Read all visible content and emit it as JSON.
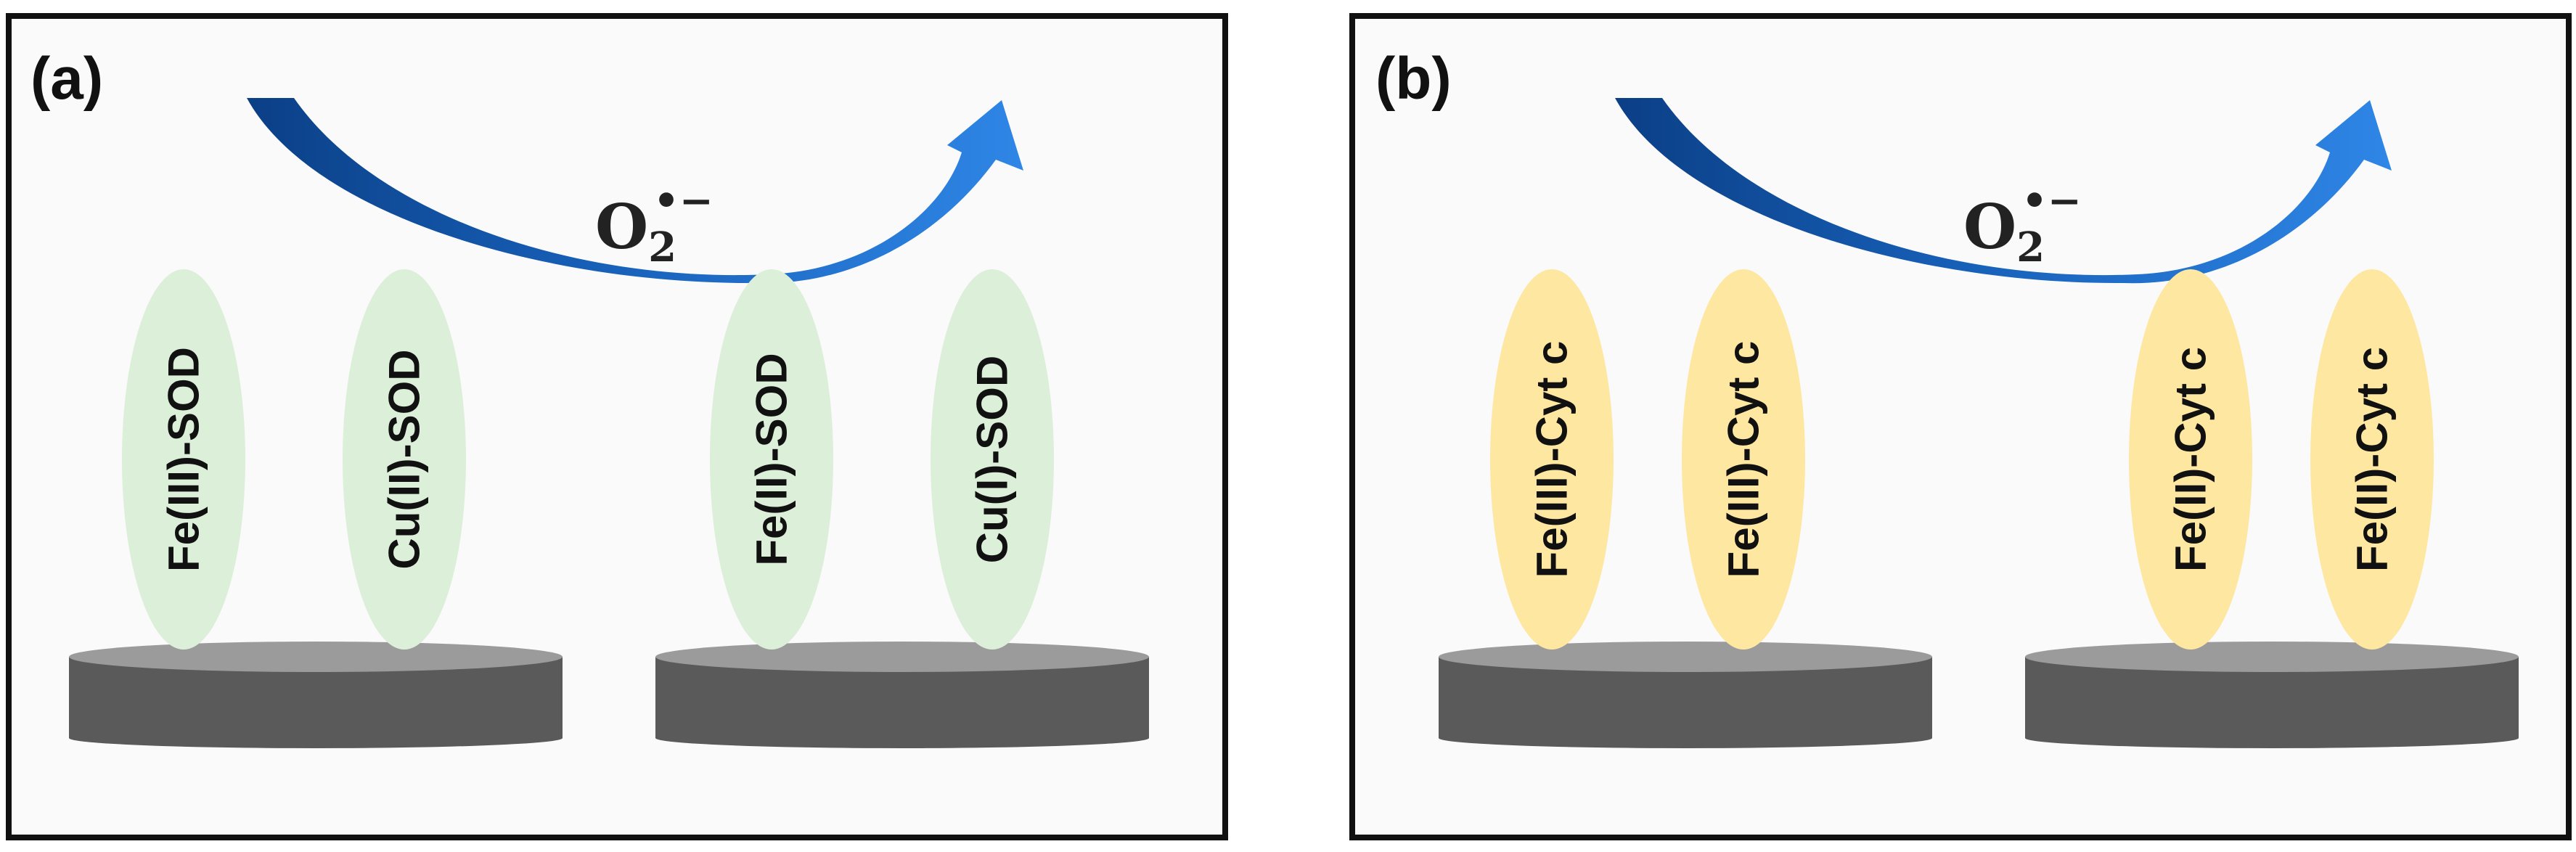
{
  "colors": {
    "frame": "#111111",
    "frame_fill": "#fafafa",
    "arrow_light": "#2f86e6",
    "arrow_dark": "#0b3f86",
    "sod_fill": "#dcefd9",
    "cyt_fill": "#fee7a0",
    "electrode_top": "#9b9b9b",
    "electrode_body": "#5a5a5a"
  },
  "species": {
    "main": "O",
    "sub": "2",
    "sup": "•−"
  },
  "panels": [
    {
      "label": "(a)",
      "proteins": [
        {
          "text": "Fe(III)-SOD",
          "type": "sod"
        },
        {
          "text": "Cu(II)-SOD",
          "type": "sod"
        },
        {
          "text": "Fe(II)-SOD",
          "type": "sod"
        },
        {
          "text": "Cu(I)-SOD",
          "type": "sod"
        }
      ]
    },
    {
      "label": "(b)",
      "proteins": [
        {
          "text": "Fe(III)-Cyt c",
          "type": "cyt"
        },
        {
          "text": "Fe(III)-Cyt c",
          "type": "cyt"
        },
        {
          "text": "Fe(II)-Cyt c",
          "type": "cyt"
        },
        {
          "text": "Fe(II)-Cyt c",
          "type": "cyt"
        }
      ]
    }
  ]
}
